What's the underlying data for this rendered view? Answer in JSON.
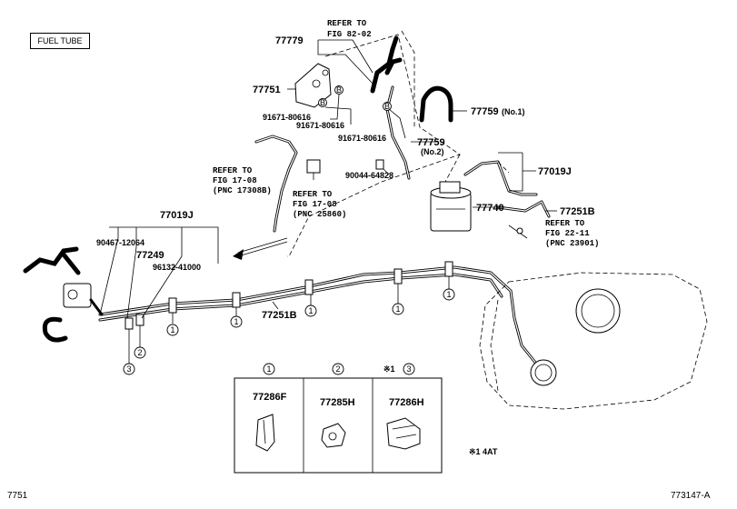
{
  "tag": "FUEL TUBE",
  "labels": {
    "p77779": "77779",
    "p77751": "77751",
    "p91671a": "91671-80616",
    "p91671b": "91671-80616",
    "p91671c": "91671-80616",
    "p77759_1": "77759",
    "p77759_1_note": "(No.1)",
    "p77759_2": "77759",
    "p77759_2_note": "(No.2)",
    "p90044": "90044-64828",
    "p77019J_r": "77019J",
    "p77740": "77740",
    "p77251B_r": "77251B",
    "p77019J_l": "77019J",
    "p90467": "90467-12064",
    "p77249": "77249",
    "p96132": "96132-41000",
    "p77251B_m": "77251B"
  },
  "refs": {
    "r1_a": "REFER TO",
    "r1_b": "FIG 82-02",
    "r2_a": "REFER TO",
    "r2_b": "FIG 17-08",
    "r2_c": "(PNC 17308B)",
    "r3_a": "REFER TO",
    "r3_b": "FIG 17-08",
    "r3_c": "(PNC 25860)",
    "r4_a": "REFER TO",
    "r4_b": "FIG 22-11",
    "r4_c": "(PNC 23901)"
  },
  "markers": {
    "b": "B",
    "one": "1",
    "two": "2",
    "three": "3"
  },
  "legend": {
    "col1_num": "1",
    "col1_part": "77286F",
    "col2_num": "2",
    "col2_part": "77285H",
    "col3_prefix": "※1",
    "col3_num": "3",
    "col3_part": "77286H",
    "note": "※1  4AT"
  },
  "footer": {
    "left": "7751",
    "right": "773147-A"
  }
}
